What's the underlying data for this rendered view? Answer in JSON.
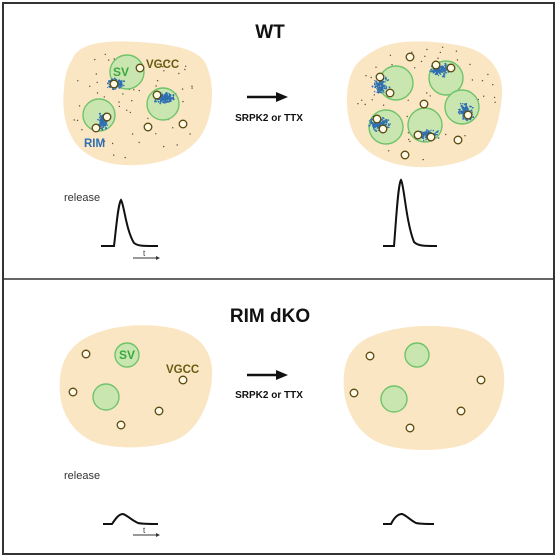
{
  "panels": {
    "wt": {
      "title": "WT",
      "sv_label": "SV",
      "vgcc_label": "VGCC",
      "rim_label": "RIM",
      "arrow_caption": "SRPK2 or TTX",
      "release_label": "release",
      "time_label": "t"
    },
    "rim_dko": {
      "title": "RIM dKO",
      "sv_label": "SV",
      "vgcc_label": "VGCC",
      "arrow_caption": "SRPK2 or TTX",
      "release_label": "release",
      "time_label": "t"
    }
  },
  "colors": {
    "terminal_fill": "#fbe6c4",
    "vesicle_fill": "#c9e6b1",
    "vesicle_stroke": "#6fc36b",
    "sv_text": "#3aa83a",
    "vgcc_text": "#6b5a10",
    "vgcc_stroke": "#5a4a10",
    "rim_dots": "#2f6fb0",
    "rim_text": "#2f6fb0",
    "frame": "#333333"
  }
}
